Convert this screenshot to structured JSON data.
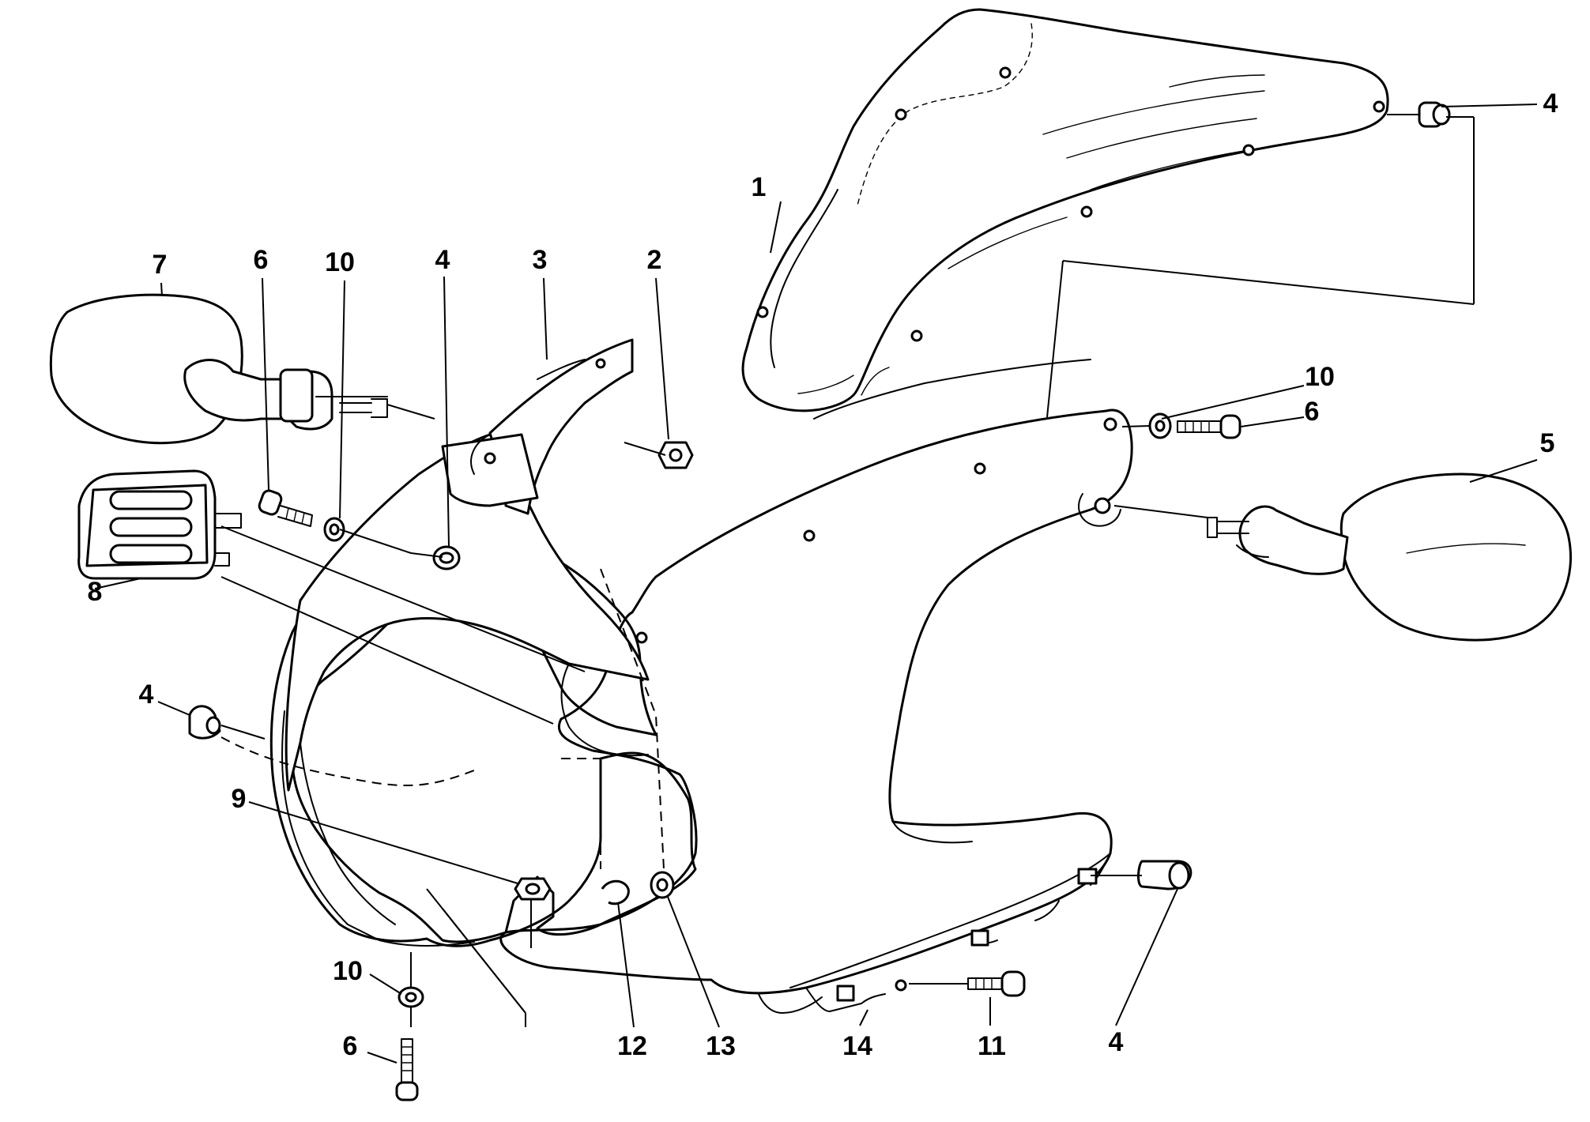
{
  "diagram": {
    "callouts": {
      "c1": "1",
      "c2": "2",
      "c3": "3",
      "c4_top": "4",
      "c4_bracket": "4",
      "c4_left": "4",
      "c4_bottom": "4",
      "c5": "5",
      "c6_left": "6",
      "c6_right": "6",
      "c6_bottom": "6",
      "c7": "7",
      "c8": "8",
      "c9": "9",
      "c10_left": "10",
      "c10_right": "10",
      "c10_bottom": "10",
      "c11": "11",
      "c12": "12",
      "c13": "13",
      "c14": "14"
    }
  }
}
